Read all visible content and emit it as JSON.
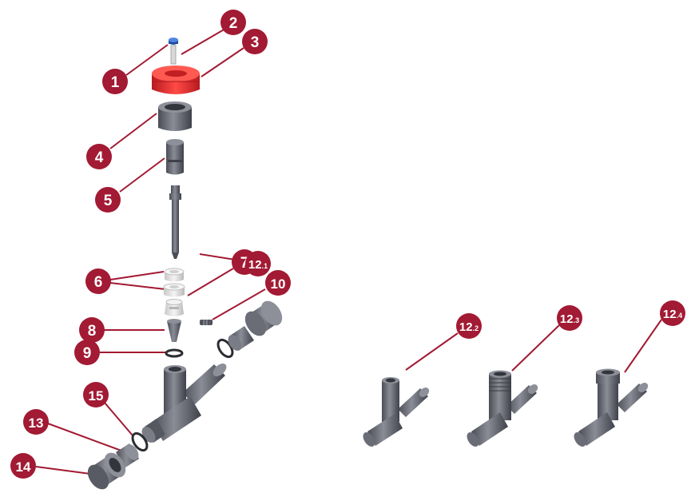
{
  "colors": {
    "badge": "#a21a33",
    "badge_text": "#ffffff",
    "leader": "#a21a33",
    "part_gray": "#6c6e78",
    "part_dark": "#4b4d56",
    "part_light": "#9a9ca6",
    "cap_red": "#e0262b",
    "clear_part": "#e6e6e6"
  },
  "callouts": [
    {
      "id": "1",
      "main": "1",
      "sub": ""
    },
    {
      "id": "2",
      "main": "2",
      "sub": ""
    },
    {
      "id": "3",
      "main": "3",
      "sub": ""
    },
    {
      "id": "4",
      "main": "4",
      "sub": ""
    },
    {
      "id": "5",
      "main": "5",
      "sub": ""
    },
    {
      "id": "6",
      "main": "6",
      "sub": ""
    },
    {
      "id": "7",
      "main": "7",
      "sub": ""
    },
    {
      "id": "8",
      "main": "8",
      "sub": ""
    },
    {
      "id": "9",
      "main": "9",
      "sub": ""
    },
    {
      "id": "10",
      "main": "10",
      "sub": ""
    },
    {
      "id": "12.1",
      "main": "12",
      "sub": ".1"
    },
    {
      "id": "12.2",
      "main": "12",
      "sub": ".2"
    },
    {
      "id": "12.3",
      "main": "12",
      "sub": ".3"
    },
    {
      "id": "12.4",
      "main": "12",
      "sub": ".4"
    },
    {
      "id": "13",
      "main": "13",
      "sub": ""
    },
    {
      "id": "14",
      "main": "14",
      "sub": ""
    },
    {
      "id": "15",
      "main": "15",
      "sub": ""
    }
  ]
}
